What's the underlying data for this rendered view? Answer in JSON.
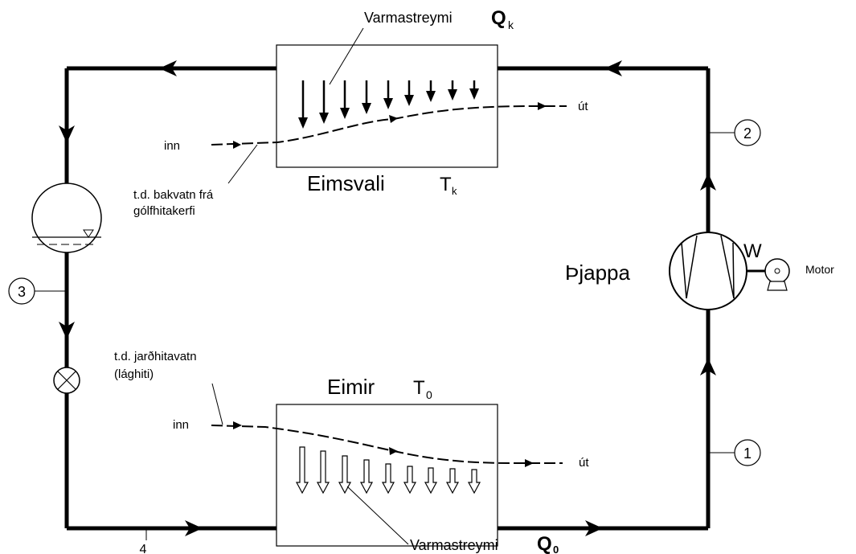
{
  "labels": {
    "heat_flow_top": "Varmastreymi",
    "heat_top_symbol": "Q",
    "heat_top_sub": "k",
    "heat_flow_bottom": "Varmastreymi",
    "heat_bottom_symbol": "Q",
    "heat_bottom_sub": "0",
    "inlet_top": "inn",
    "outlet_top": "út",
    "inlet_bottom": "inn",
    "outlet_bottom": "út",
    "condenser": "Eimsvali",
    "condenser_temp": "T",
    "condenser_temp_sub": "k",
    "evaporator": "Eimir",
    "evaporator_temp": "T",
    "evaporator_temp_sub": "0",
    "compressor": "Þjappa",
    "work": "W",
    "motor": "Motor",
    "top_source_line1": "t.d. bakvatn frá",
    "top_source_line2": "gólfhitakerfi",
    "bottom_source_line1": "t.d. jarðhitavatn",
    "bottom_source_line2": "(lághiti)"
  },
  "state_points": [
    "1",
    "2",
    "3",
    "4"
  ]
}
